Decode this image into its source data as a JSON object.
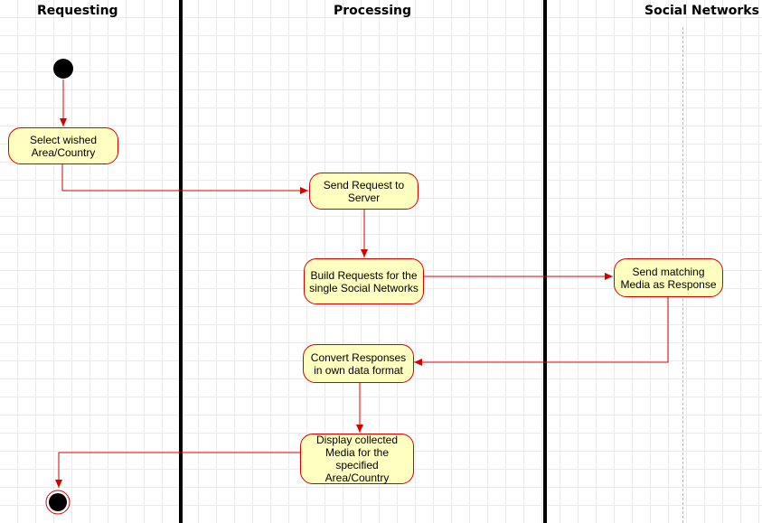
{
  "lanes": {
    "requesting": "Requesting",
    "processing": "Processing",
    "social": "Social Networks"
  },
  "nodes": {
    "select_area": "Select wished\nArea/Country",
    "send_request": "Send Request to\nServer",
    "build_requests": "Build Requests for the\nsingle Social Networks",
    "send_media": "Send matching\nMedia as Response",
    "convert_responses": "Convert Responses\nin own data format",
    "display_media": "Display collected\nMedia for the specified\nArea/Country"
  },
  "colors": {
    "edge": "#d40000",
    "node_fill": "#ffffc0",
    "node_border": "#d40000"
  }
}
